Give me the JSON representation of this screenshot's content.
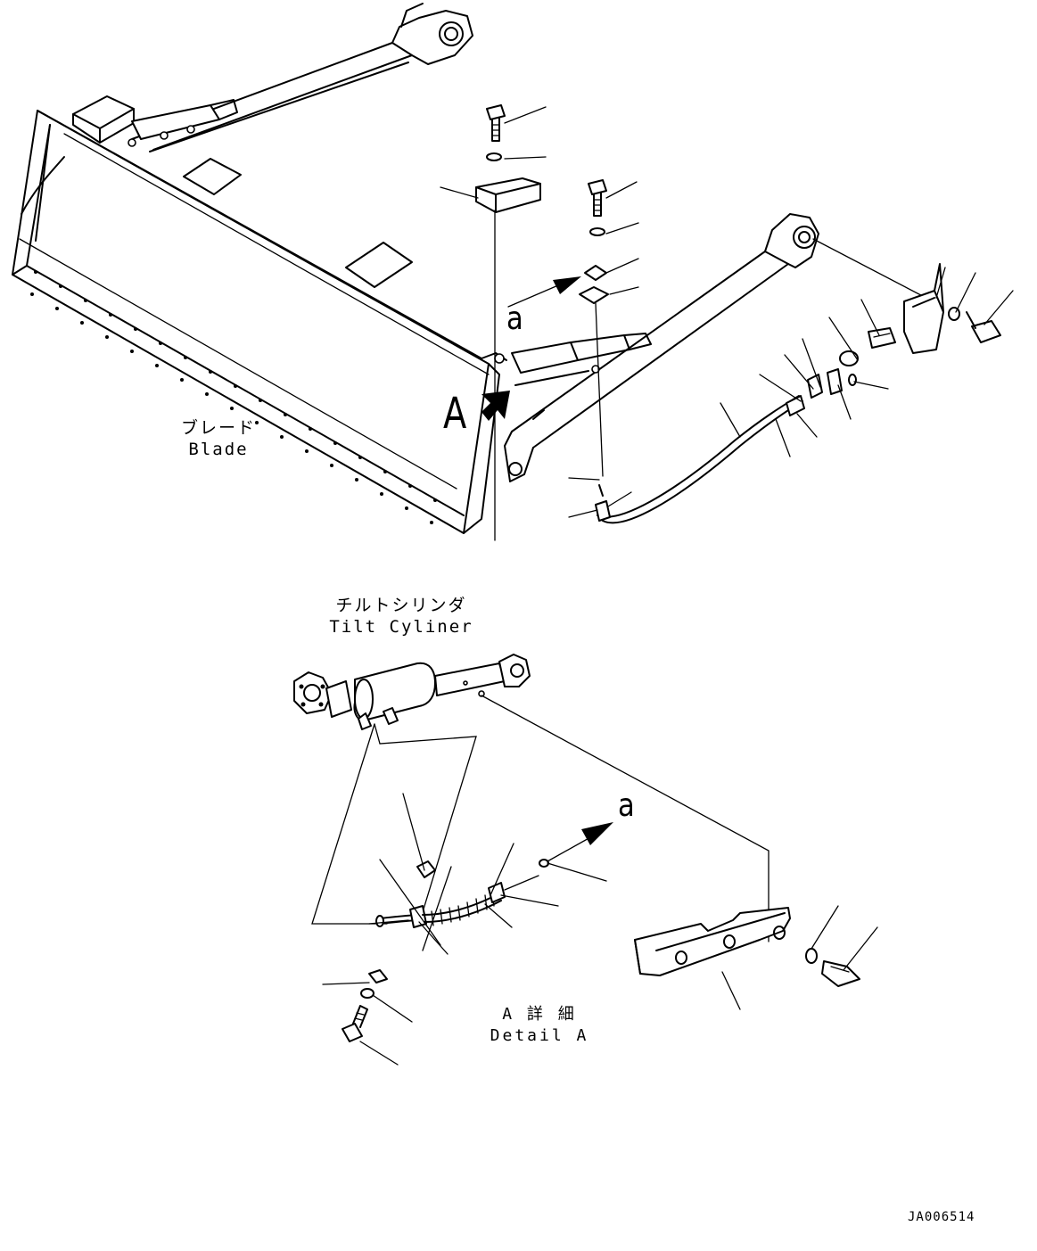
{
  "labels": {
    "blade_jp": "ブレード",
    "blade_en": "Blade",
    "tilt_jp": "チルトシリンダ",
    "tilt_en": "Tilt Cyliner",
    "detail_jp": "A 詳 細",
    "detail_en": "Detail A",
    "view_marker": "A",
    "arrow_label_top": "a",
    "arrow_label_detail": "a",
    "drawing_code": "JA006514"
  },
  "icons": {
    "view_arrow": "filled-block-arrow",
    "direction_arrow": "filled-head-arrow"
  }
}
